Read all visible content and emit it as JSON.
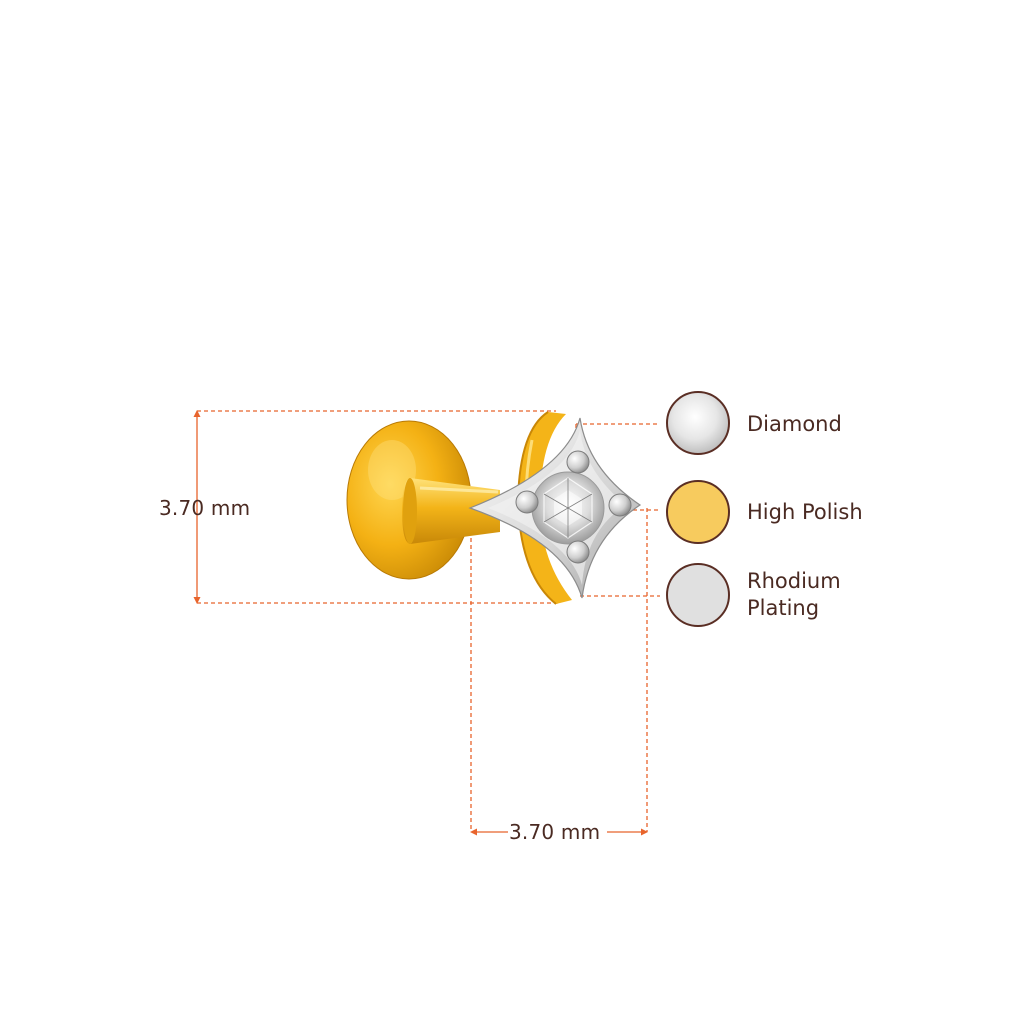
{
  "dimensions": {
    "height_label": "3.70 mm",
    "width_label": "3.70 mm"
  },
  "legend": [
    {
      "name": "Diamond",
      "swatch_color": "#d8d8d8"
    },
    {
      "name": "High Polish",
      "swatch_color": "#f7cb5e"
    },
    {
      "name": "Rhodium",
      "name_line2": "Plating",
      "swatch_color": "#e0e0e0"
    }
  ],
  "colors": {
    "dimension_line": "#e8642c",
    "text": "#4a2a22",
    "gold": "#f2b21a",
    "metal_white": "#dcdcdc"
  }
}
